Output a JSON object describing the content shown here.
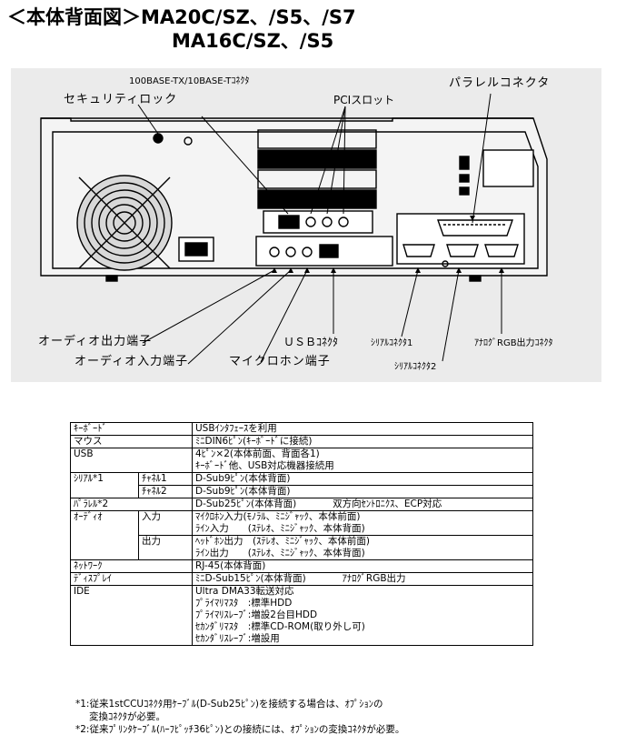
{
  "title": {
    "line1": "＜本体背面図＞MA20C/SZ、/S5、/S7",
    "line2": "MA16C/SZ、/S5"
  },
  "labels": {
    "lan": "100BASE-TX/10BASE-Tｺﾈｸﾀ",
    "security_lock": "セキュリティロック",
    "pci_slot": "PCIスロット",
    "parallel": "パラレルコネクタ",
    "audio_out": "オーディオ出力端子",
    "audio_in": "オーディオ入力端子",
    "mic": "マイクロホン端子",
    "usb": "ＵＳＢｺﾈｸﾀ",
    "serial1": "ｼﾘｱﾙｺﾈｸﾀ1",
    "serial2": "ｼﾘｱﾙｺﾈｸﾀ2",
    "analog_rgb": "ｱﾅﾛｸﾞRGB出力ｺﾈｸﾀ"
  },
  "spec": {
    "keyboard": {
      "label": "ｷｰﾎﾞｰﾄﾞ",
      "value": "USBｲﾝﾀﾌｪｰｽを利用"
    },
    "mouse": {
      "label": "マウス",
      "value": "ﾐﾆDIN6ﾋﾟﾝ(ｷｰﾎﾞｰﾄﾞに接続)"
    },
    "usb": {
      "label": "USB",
      "line1": "4ﾋﾟﾝ×2(本体前面、背面各1)",
      "line2": "ｷｰﾎﾞｰﾄﾞ他、USB対応機器接続用"
    },
    "serial": {
      "label": "ｼﾘｱﾙ*1",
      "ch1": "ﾁｬﾈﾙ1",
      "ch1_value": "D-Sub9ﾋﾟﾝ(本体背面)",
      "ch2": "ﾁｬﾈﾙ2",
      "ch2_value": "D-Sub9ﾋﾟﾝ(本体背面)"
    },
    "parallel": {
      "label": "ﾊﾟﾗﾚﾙ*2",
      "value": "D-Sub25ﾋﾟﾝ(本体背面)",
      "extra": "双方向ｾﾝﾄﾛﾆｸｽ、ECP対応"
    },
    "audio": {
      "label": "ｵｰﾃﾞｨｵ",
      "in_label": "入力",
      "in1": "ﾏｲｸﾛﾎﾝ入力(ﾓﾉﾗﾙ、ﾐﾆｼﾞｬｯｸ、本体前面)",
      "in2": "ﾗｲﾝ入力　　(ｽﾃﾚｵ、ﾐﾆｼﾞｬｯｸ、本体背面)",
      "out_label": "出力",
      "out1": "ﾍｯﾄﾞﾎﾝ出力　(ｽﾃﾚｵ、ﾐﾆｼﾞｬｯｸ、本体前面)",
      "out2": "ﾗｲﾝ出力　　(ｽﾃﾚｵ、ﾐﾆｼﾞｬｯｸ、本体背面)"
    },
    "network": {
      "label": "ﾈｯﾄﾜｰｸ",
      "value": "RJ-45(本体背面)"
    },
    "display": {
      "label": "ﾃﾞｨｽﾌﾟﾚｲ",
      "value": "ﾐﾆD-Sub15ﾋﾟﾝ(本体背面)",
      "extra": "ｱﾅﾛｸﾞRGB出力"
    },
    "ide": {
      "label": "IDE",
      "line1": "Ultra DMA33転送対応",
      "line2": "ﾌﾟﾗｲﾏﾘﾏｽﾀ　:標準HDD",
      "line3": "ﾌﾟﾗｲﾏﾘｽﾚｰﾌﾞ:増設2台目HDD",
      "line4": "ｾｶﾝﾀﾞﾘﾏｽﾀ　:標準CD-ROM(取り外し可)",
      "line5": "ｾｶﾝﾀﾞﾘｽﾚｰﾌﾞ:増設用"
    }
  },
  "notes": {
    "n1a": "*1:従来1stCCUｺﾈｸﾀ用ｹｰﾌﾞﾙ(D-Sub25ﾋﾟﾝ)を接続する場合は、ｵﾌﾟｼｮﾝの",
    "n1b": "変換ｺﾈｸﾀが必要。",
    "n2": "*2:従来ﾌﾟﾘﾝﾀｹｰﾌﾞﾙ(ﾊｰﾌﾋﾟｯﾁ36ﾋﾟﾝ)との接続には、ｵﾌﾟｼｮﾝの変換ｺﾈｸﾀが必要。"
  }
}
